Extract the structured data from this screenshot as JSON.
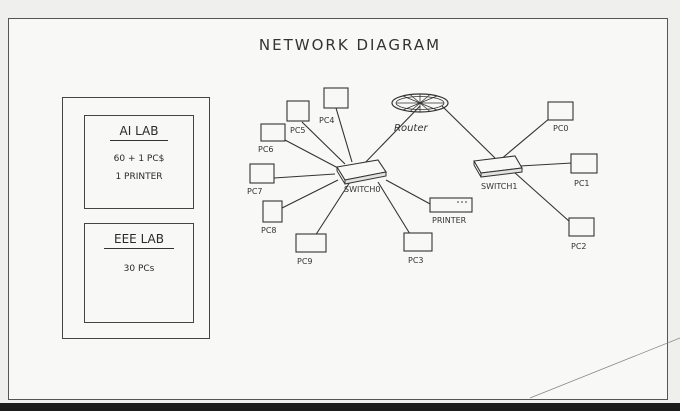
{
  "diagram": {
    "title": "NETWORK DIAGRAM",
    "labs": [
      {
        "name": "AI LAB",
        "lines": [
          "60 + 1 PC$",
          "1 PRINTER"
        ]
      },
      {
        "name": "EEE LAB",
        "lines": [
          "30 PCs"
        ]
      }
    ],
    "nodes": {
      "router": "Router",
      "switch0": "SWITCH0",
      "switch1": "SWITCH1",
      "printer": "PRINTER",
      "pc0": "PC0",
      "pc1": "PC1",
      "pc2": "PC2",
      "pc3": "PC3",
      "pc4": "PC4",
      "pc5": "PC5",
      "pc6": "PC6",
      "pc7": "PC7",
      "pc8": "PC8",
      "pc9": "PC9"
    }
  }
}
